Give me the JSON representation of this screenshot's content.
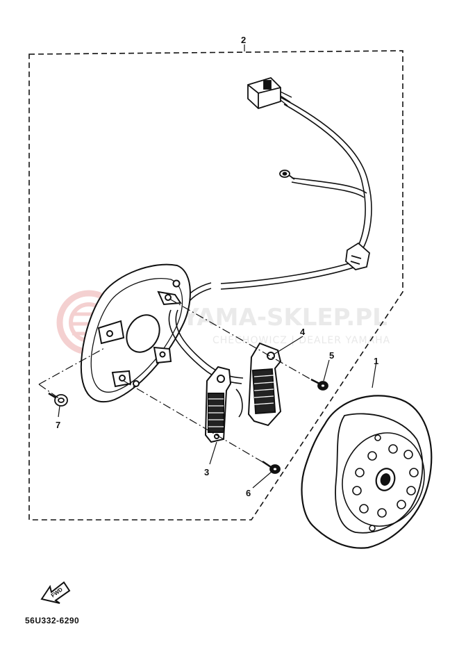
{
  "diagram": {
    "part_labels": [
      "1",
      "2",
      "3",
      "4",
      "5",
      "6",
      "7"
    ],
    "fwd_arrow_text": "FWD",
    "part_code": "56U332-6290"
  },
  "watermark": {
    "brand": "YAMA-SKLEP.PL",
    "subtitle": "CHECHOWICZ | DEALER YAMAHA",
    "logo_color": "#f2c6c6"
  }
}
